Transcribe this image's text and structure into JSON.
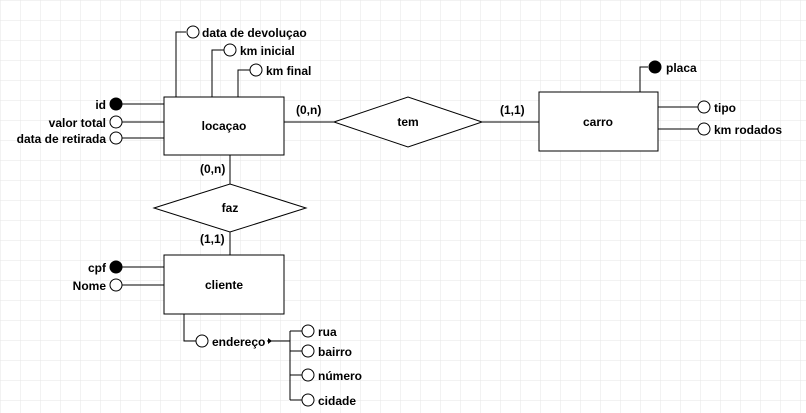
{
  "entities": {
    "locacao": "locaçao",
    "carro": "carro",
    "cliente": "cliente"
  },
  "relationships": {
    "tem": "tem",
    "faz": "faz"
  },
  "cardinalities": {
    "tem_locacao": "(0,n)",
    "tem_carro": "(1,1)",
    "faz_locacao": "(0,n)",
    "faz_cliente": "(1,1)"
  },
  "attributes": {
    "locacao": {
      "data_devolucao": "data de devoluçao",
      "km_inicial": "km inicial",
      "km_final": "km final",
      "id": "id",
      "valor_total": "valor total",
      "data_retirada": "data de retirada"
    },
    "carro": {
      "placa": "placa",
      "tipo": "tipo",
      "km_rodados": "km rodados"
    },
    "cliente": {
      "cpf": "cpf",
      "nome": "Nome",
      "endereco": "endereço",
      "rua": "rua",
      "bairro": "bairro",
      "numero": "número",
      "cidade": "cidade"
    }
  },
  "colors": {
    "grid": "#e6e6e6",
    "stroke": "#000000",
    "background": "#ffffff"
  }
}
